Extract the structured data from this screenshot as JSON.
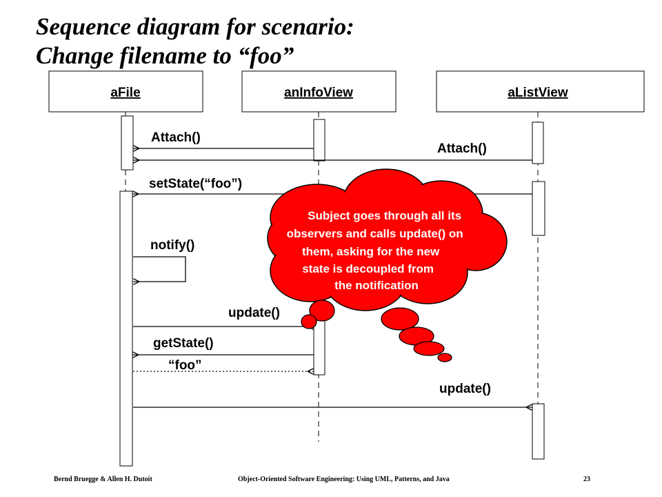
{
  "title": {
    "line1": "Sequence diagram for scenario:",
    "line2": "Change filename to “foo”"
  },
  "objects": [
    "aFile",
    "anInfoView",
    "aListView"
  ],
  "messages": {
    "attach_infoview": "Attach()",
    "attach_listview": "Attach()",
    "set_state": "setState(“foo”)",
    "notify": "notify()",
    "update_infoview": "update()",
    "get_state": "getState()",
    "return_foo": "“foo”",
    "update_listview": "update()"
  },
  "note": {
    "lines": [
      "Subject goes through all its",
      "observers and calls update() on",
      "them, asking for the new",
      "state is decoupled from",
      "the notification"
    ],
    "color": "#ff0000"
  },
  "footer": {
    "authors": "Bernd Bruegge & Allen H. Dutoit",
    "book": "Object-Oriented Software Engineering: Using UML, Patterns, and Java",
    "page": "23"
  }
}
